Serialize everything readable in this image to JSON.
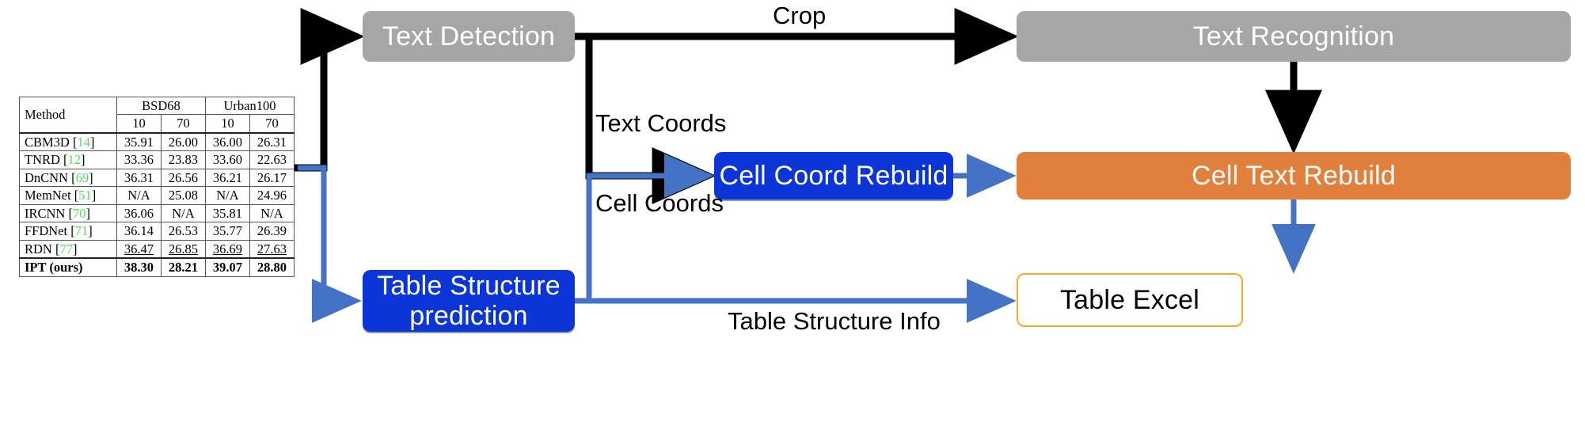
{
  "diagram": {
    "title": "Table recognition pipeline",
    "colors": {
      "gray_node": "#a6a6a6",
      "blue_node": "#0b35d6",
      "orange_node": "#e0803c",
      "excel_border": "#f2ac29",
      "black_edge": "#000000",
      "blue_edge": "#4472c4"
    },
    "nodes": {
      "text_detection": "Text Detection",
      "text_recognition": "Text Recognition",
      "cell_coord_rebuild": "Cell Coord Rebuild",
      "cell_text_rebuild": "Cell Text Rebuild",
      "table_structure_prediction_line1": "Table Structure",
      "table_structure_prediction_line2": "prediction",
      "table_excel": "Table Excel"
    },
    "edge_labels": {
      "crop": "Crop",
      "text_coords": "Text Coords",
      "cell_coords": "Cell Coords",
      "table_structure_info": "Table Structure Info"
    }
  },
  "input_table": {
    "group_headers": [
      "Method",
      "BSD68",
      "Urban100"
    ],
    "sub_headers": [
      "10",
      "70",
      "10",
      "70"
    ],
    "rows": [
      {
        "method": "CBM3D",
        "ref": "14",
        "values": [
          "35.91",
          "26.00",
          "36.00",
          "26.31"
        ],
        "style": "normal"
      },
      {
        "method": "TNRD",
        "ref": "12",
        "values": [
          "33.36",
          "23.83",
          "33.60",
          "22.63"
        ],
        "style": "normal"
      },
      {
        "method": "DnCNN",
        "ref": "69",
        "values": [
          "36.31",
          "26.56",
          "36.21",
          "26.17"
        ],
        "style": "normal"
      },
      {
        "method": "MemNet",
        "ref": "51",
        "values": [
          "N/A",
          "25.08",
          "N/A",
          "24.96"
        ],
        "style": "normal"
      },
      {
        "method": "IRCNN",
        "ref": "70",
        "values": [
          "36.06",
          "N/A",
          "35.81",
          "N/A"
        ],
        "style": "normal"
      },
      {
        "method": "FFDNet",
        "ref": "71",
        "values": [
          "36.14",
          "26.53",
          "35.77",
          "26.39"
        ],
        "style": "normal"
      },
      {
        "method": "RDN",
        "ref": "77",
        "values": [
          "36.47",
          "26.85",
          "36.69",
          "27.63"
        ],
        "style": "underline"
      },
      {
        "method": "IPT (ours)",
        "ref": "",
        "values": [
          "38.30",
          "28.21",
          "39.07",
          "28.80"
        ],
        "style": "bold"
      }
    ]
  }
}
